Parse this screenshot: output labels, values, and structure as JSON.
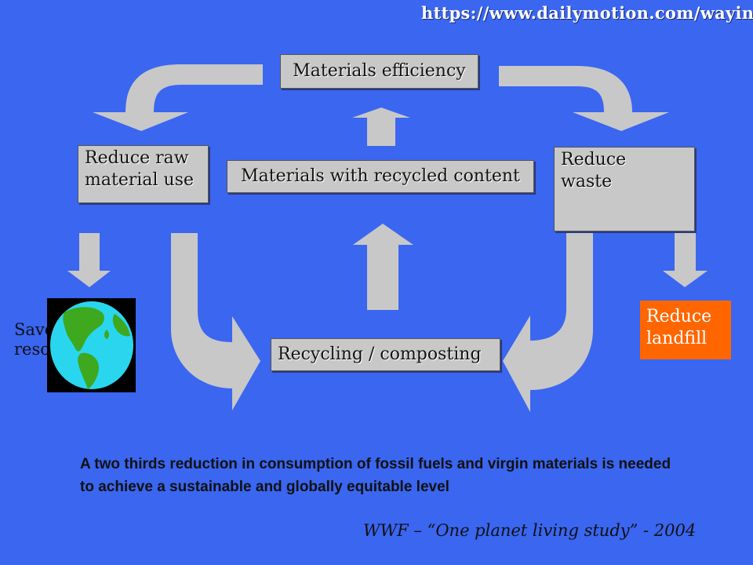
{
  "watermark": "https://www.dailymotion.com/wayin",
  "nodes": {
    "efficiency": "Materials efficiency",
    "reduce_raw": "Reduce raw material use",
    "recycled_content": "Materials with recycled content",
    "reduce_waste": "Reduce waste",
    "recycling": "Recycling / composting",
    "reduce_landfill": "Reduce landfill",
    "save_resources": "Save resources"
  },
  "quote": "A two thirds reduction in consumption of fossil fuels and virgin materials is needed to achieve a sustainable and globally equitable level",
  "citation": "WWF – “One planet living study” - 2004",
  "colors": {
    "background": "#3a66f0",
    "box": "#c8c8c8",
    "arrow": "#c8c8c8",
    "highlight": "#ff6600"
  },
  "icons": [
    "earth-globe-icon"
  ]
}
